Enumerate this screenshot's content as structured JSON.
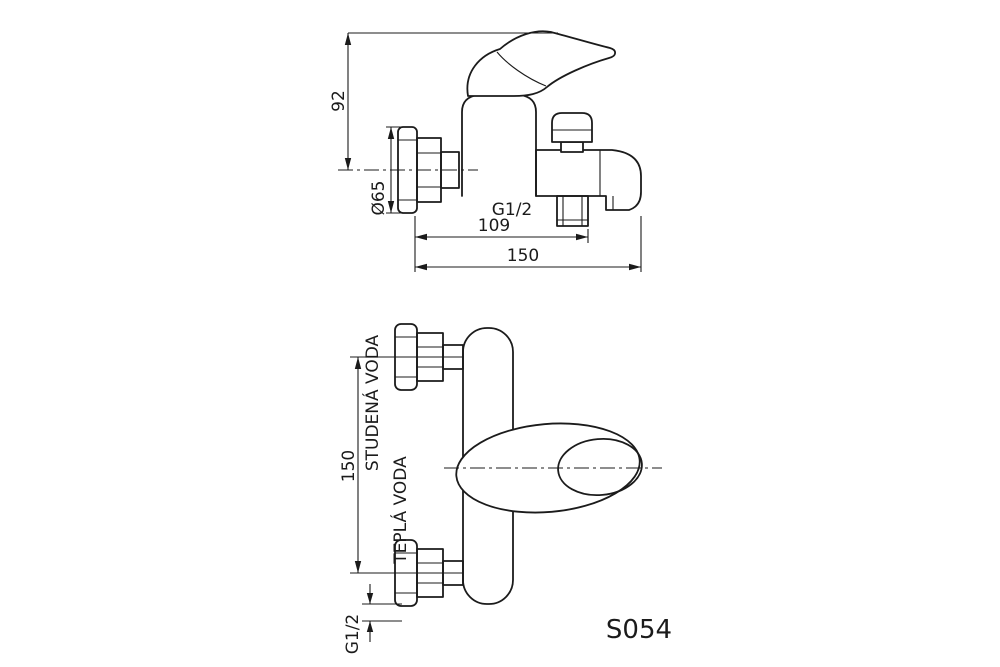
{
  "drawing": {
    "model_code": "S054",
    "background_color": "#ffffff",
    "line_color": "#1b1b1b",
    "side_view": {
      "dim_height_to_handle": "92",
      "dim_flange_diameter": "Ø65",
      "thread_label": "G1/2",
      "dim_wall_to_shower_outlet": "109",
      "dim_total_depth": "150"
    },
    "front_view": {
      "cold_water_label": "STUDENÁ VODA",
      "hot_water_label": "TEPLÁ VODA",
      "dim_connection_spacing": "150",
      "thread_label": "G1/2"
    }
  }
}
